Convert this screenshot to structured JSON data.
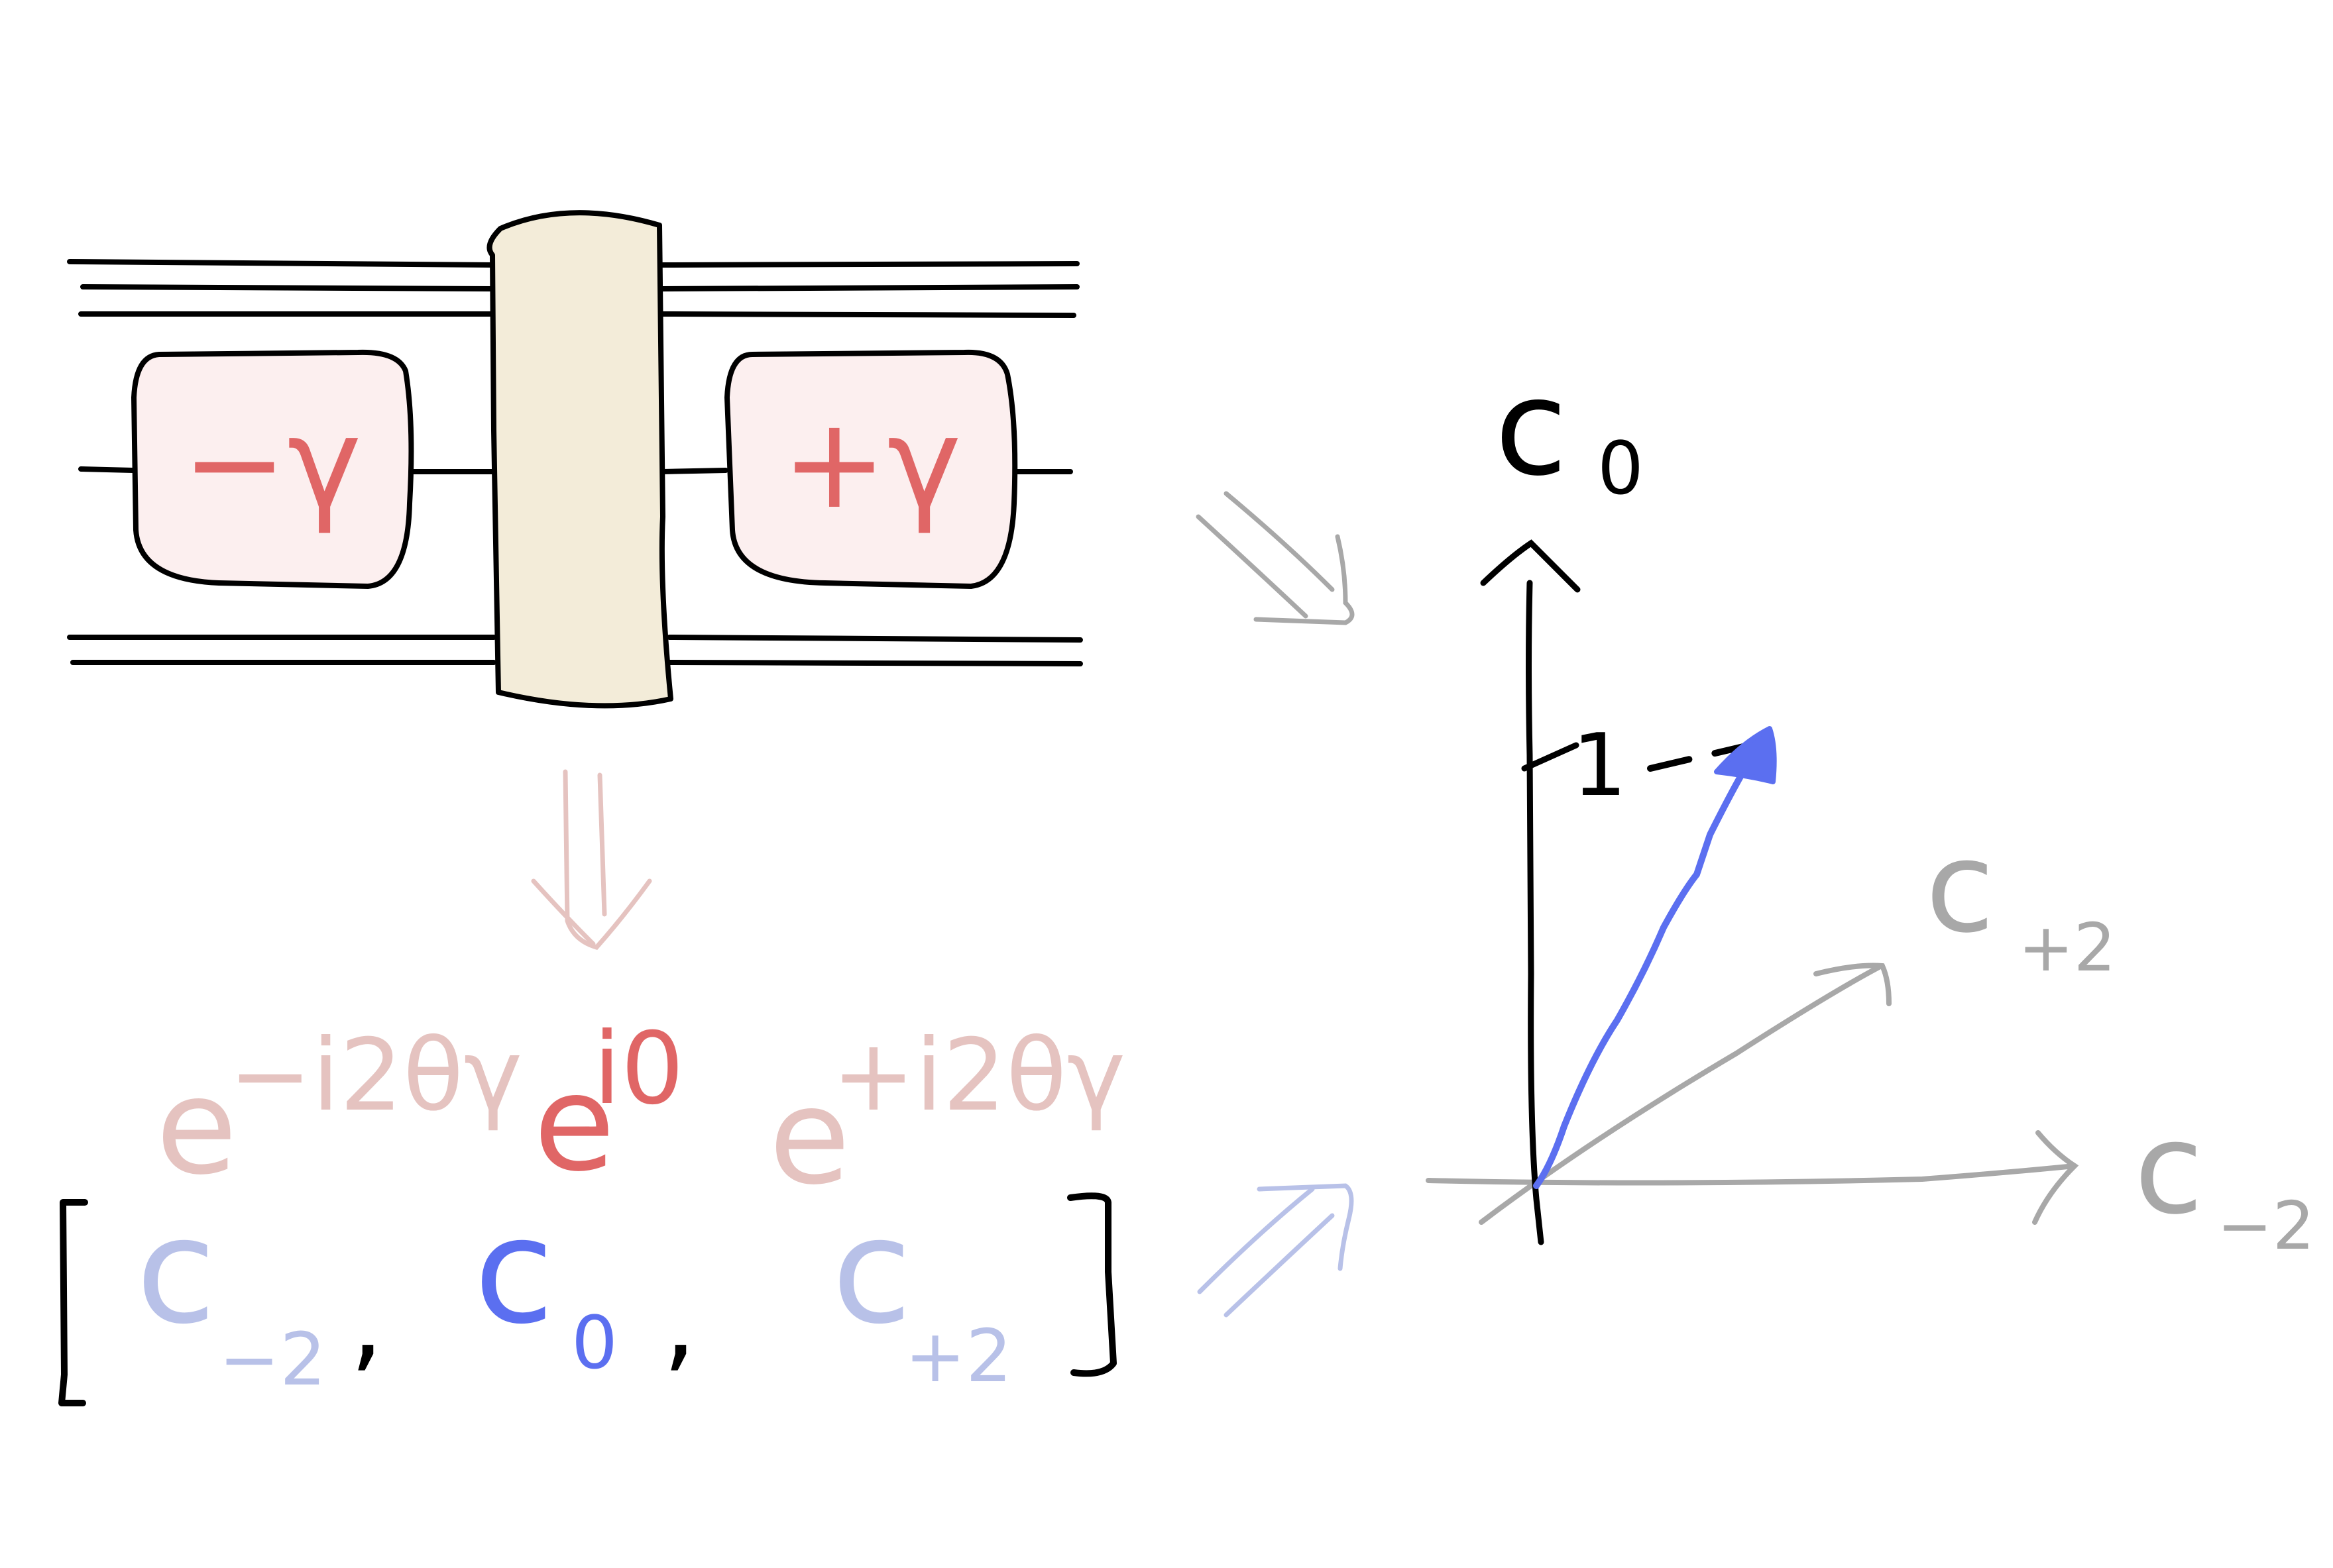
{
  "gates": {
    "left_label": "−γ",
    "right_label": "+γ"
  },
  "phases": {
    "minus_label": "e",
    "minus_exponent": "−i2θγ",
    "zero_label": "e",
    "zero_exponent": "i0",
    "plus_label": "e",
    "plus_exponent": "+i2θγ"
  },
  "vector": {
    "open_bracket": "[",
    "close_bracket": "]",
    "c_minus": "c",
    "c_minus_sub": "−2",
    "comma1": ",",
    "c_zero": "c",
    "c_zero_sub": "0",
    "comma2": ",",
    "c_plus": "c",
    "c_plus_sub": "+2"
  },
  "axes": {
    "c0_label": "c",
    "c0_sub": "0",
    "cplus_label": "c",
    "cplus_sub": "+2",
    "cminus_label": "c",
    "cminus_sub": "−2",
    "tick_label": "1"
  },
  "colors": {
    "ink": "#000000",
    "red": "#e06666",
    "faded_red": "#e5c3c0",
    "blue": "#5b6ff0",
    "faded_blue": "#b8c1e8",
    "gray": "#a8a8a8",
    "gate_fill": "#fcefef",
    "barrier_fill": "#f3ecd9"
  }
}
